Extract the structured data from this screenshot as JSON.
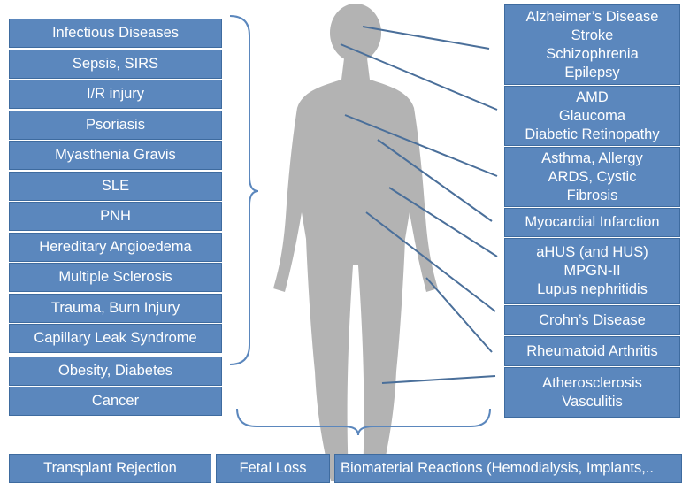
{
  "colors": {
    "box_fill": "#5b87bd",
    "box_border": "#3e6b9f",
    "text": "#ffffff",
    "body_silhouette": "#b3b3b3",
    "connector": "#4a6f9a"
  },
  "left_column": [
    "Infectious Diseases",
    "Sepsis, SIRS",
    "I/R injury",
    "Psoriasis",
    "Myasthenia Gravis",
    "SLE",
    "PNH",
    "Hereditary Angioedema",
    "Multiple Sclerosis",
    "Trauma, Burn Injury",
    "Capillary Leak Syndrome",
    "Obesity, Diabetes",
    "Cancer"
  ],
  "right_column": {
    "brain": [
      "Alzheimer’s Disease",
      "Stroke",
      "Schizophrenia",
      "Epilepsy"
    ],
    "eye": [
      "AMD",
      "Glaucoma",
      "Diabetic Retinopathy"
    ],
    "lung": [
      "Asthma, Allergy",
      "ARDS, Cystic",
      "Fibrosis"
    ],
    "heart": [
      "Myocardial Infarction"
    ],
    "kidney": [
      "aHUS (and HUS)",
      "MPGN-II",
      "Lupus nephritidis"
    ],
    "gut": [
      "Crohn’s Disease"
    ],
    "joint": [
      "Rheumatoid Arthritis"
    ],
    "vessel": [
      "Atherosclerosis",
      "Vasculitis"
    ]
  },
  "bottom_row": [
    "Transplant Rejection",
    "Fetal Loss",
    "Biomaterial Reactions (Hemodialysis, Implants,.."
  ]
}
